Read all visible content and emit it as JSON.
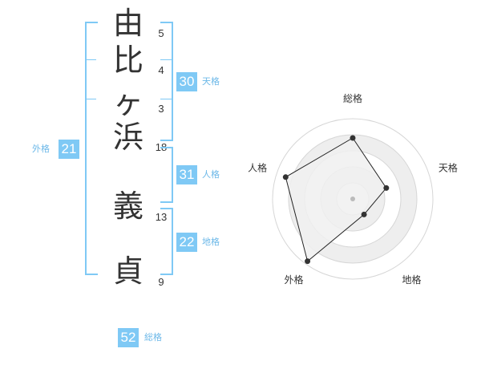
{
  "name": {
    "characters": [
      {
        "char": "由",
        "strokes": "5"
      },
      {
        "char": "比",
        "strokes": "4"
      },
      {
        "char": "ヶ",
        "strokes": "3"
      },
      {
        "char": "浜",
        "strokes": "18"
      },
      {
        "char": "義",
        "strokes": "13"
      },
      {
        "char": "貞",
        "strokes": "9"
      }
    ]
  },
  "kakusu": {
    "tenkaku": {
      "value": "30",
      "label": "天格"
    },
    "jinkaku": {
      "value": "31",
      "label": "人格"
    },
    "chikaku": {
      "value": "22",
      "label": "地格"
    },
    "gaikaku": {
      "value": "21",
      "label": "外格"
    },
    "soukaku": {
      "value": "52",
      "label": "総格"
    }
  },
  "colors": {
    "accent": "#7fc9f5",
    "accent_text": "#6cb8e8",
    "text": "#333333",
    "radar_ring_fill": "#eeeeee",
    "radar_ring_stroke": "#d6d6d6"
  },
  "chart_data": {
    "type": "radar",
    "axes": [
      "総格",
      "天格",
      "地格",
      "外格",
      "人格"
    ],
    "max": 5,
    "values": [
      3.8,
      2.2,
      1.2,
      4.8,
      4.4
    ]
  }
}
